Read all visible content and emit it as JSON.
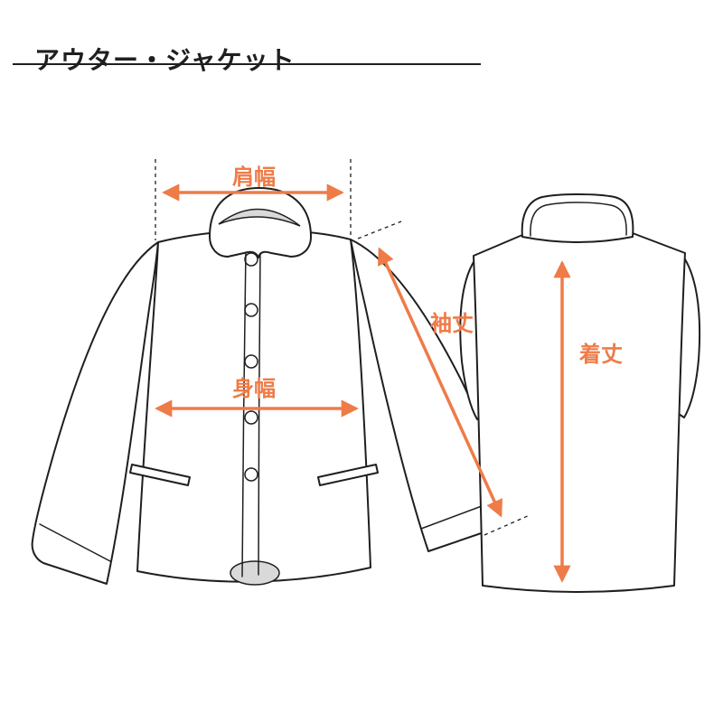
{
  "page": {
    "title": "アウター・ジャケット"
  },
  "colors": {
    "accent": "#ee7b48",
    "line": "#1f1f1f",
    "shade": "#d9d9d9"
  },
  "measurements": {
    "shoulder_width": {
      "label": "肩幅"
    },
    "sleeve_length": {
      "label": "袖丈"
    },
    "body_width": {
      "label": "身幅"
    },
    "garment_length": {
      "label": "着丈"
    }
  }
}
